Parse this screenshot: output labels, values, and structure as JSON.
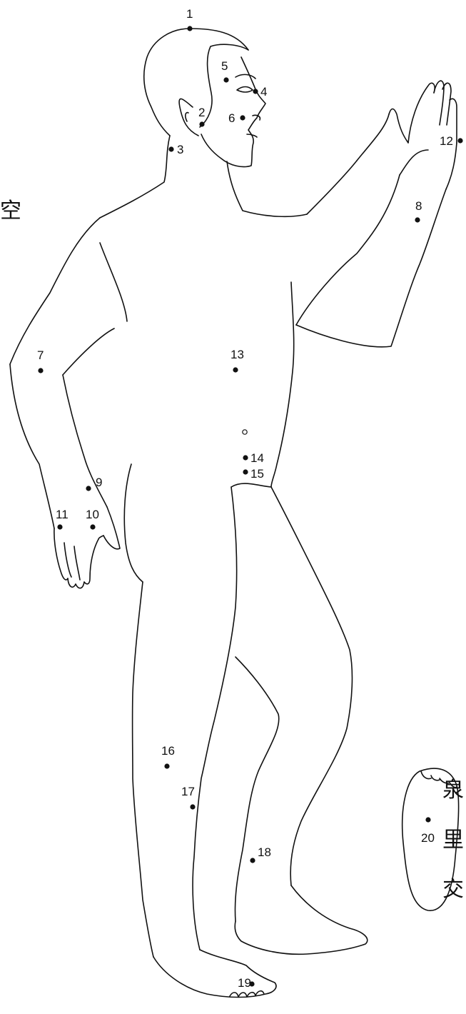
{
  "points": [
    {
      "label": "1"
    },
    {
      "label": "2"
    },
    {
      "label": "3"
    },
    {
      "label": "4"
    },
    {
      "label": "5"
    },
    {
      "label": "6"
    },
    {
      "label": "7"
    },
    {
      "label": "8"
    },
    {
      "label": "9"
    },
    {
      "label": "10"
    },
    {
      "label": "11"
    },
    {
      "label": "12"
    },
    {
      "label": "13"
    },
    {
      "label": "14"
    },
    {
      "label": "15"
    },
    {
      "label": "16"
    },
    {
      "label": "17"
    },
    {
      "label": "18"
    },
    {
      "label": "19"
    },
    {
      "label": "20"
    }
  ],
  "side_glyphs": [
    "空",
    "泉",
    "里",
    "交"
  ]
}
